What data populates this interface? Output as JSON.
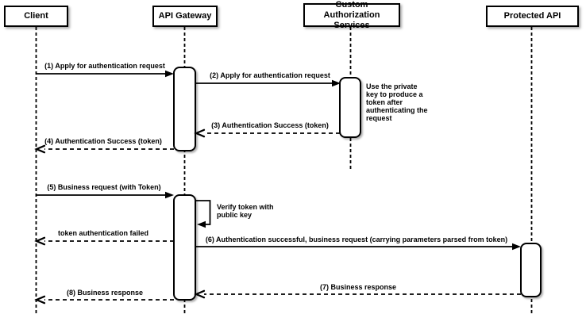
{
  "diagram_type": "sequence-diagram",
  "participants": [
    {
      "name": "Client"
    },
    {
      "name": "API Gateway"
    },
    {
      "name": "Custom Authorization Services"
    },
    {
      "name": "Protected API"
    }
  ],
  "messages": [
    {
      "label": "(1) Apply for authentication request",
      "from": "Client",
      "to": "API Gateway",
      "style": "solid"
    },
    {
      "label": "(2) Apply for authentication request",
      "from": "API Gateway",
      "to": "Custom Authorization Services",
      "style": "solid"
    },
    {
      "label": "(3) Authentication Success (token)",
      "from": "Custom Authorization Services",
      "to": "API Gateway",
      "style": "dashed"
    },
    {
      "label": "(4) Authentication Success (token)",
      "from": "API Gateway",
      "to": "Client",
      "style": "dashed"
    },
    {
      "label": "(5) Business request (with Token)",
      "from": "Client",
      "to": "API Gateway",
      "style": "solid"
    },
    {
      "label": "Verify token with public key",
      "from": "API Gateway",
      "to": "API Gateway",
      "style": "self"
    },
    {
      "label": "token authentication failed",
      "from": "API Gateway",
      "to": "Client",
      "style": "dashed"
    },
    {
      "label": "(6) Authentication successful, business request (carrying parameters parsed from token)",
      "from": "API Gateway",
      "to": "Protected API",
      "style": "solid"
    },
    {
      "label": "(7) Business response",
      "from": "Protected API",
      "to": "API Gateway",
      "style": "dashed"
    },
    {
      "label": "(8) Business response",
      "from": "API Gateway",
      "to": "Client",
      "style": "dashed"
    }
  ],
  "notes": [
    {
      "text": "Use the private key to produce a token after authenticating the request",
      "attached_to": "Custom Authorization Services"
    }
  ],
  "colors": {
    "line": "#000000",
    "background": "#ffffff",
    "shape_fill": "#ffffff"
  }
}
